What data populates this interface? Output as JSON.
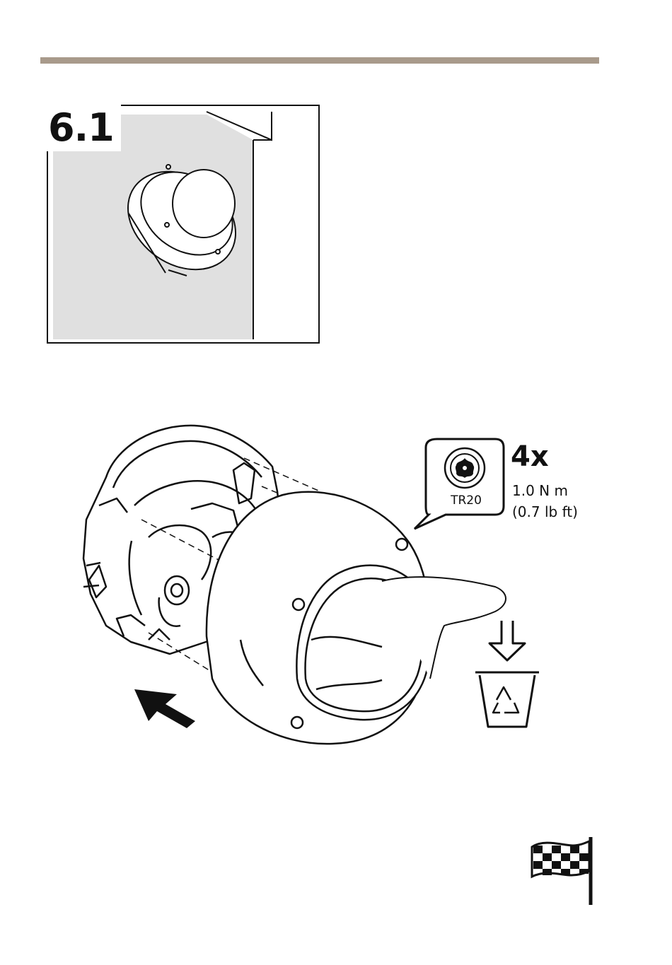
{
  "page": {
    "step_number": "6.1",
    "accent_color": "#a89a8b",
    "shaded_area_color": "#e0e0e0"
  },
  "tool_callout": {
    "bit_label": "TR20",
    "quantity": "4x",
    "torque_metric": "1.0 N m",
    "torque_imperial": "(0.7 lb ft)",
    "icon": "torx-bit-icon"
  },
  "icons": [
    "dome-camera-icon",
    "insert-arrow-icon",
    "down-arrow-icon",
    "recycle-bin-icon",
    "checkered-flag-icon"
  ]
}
